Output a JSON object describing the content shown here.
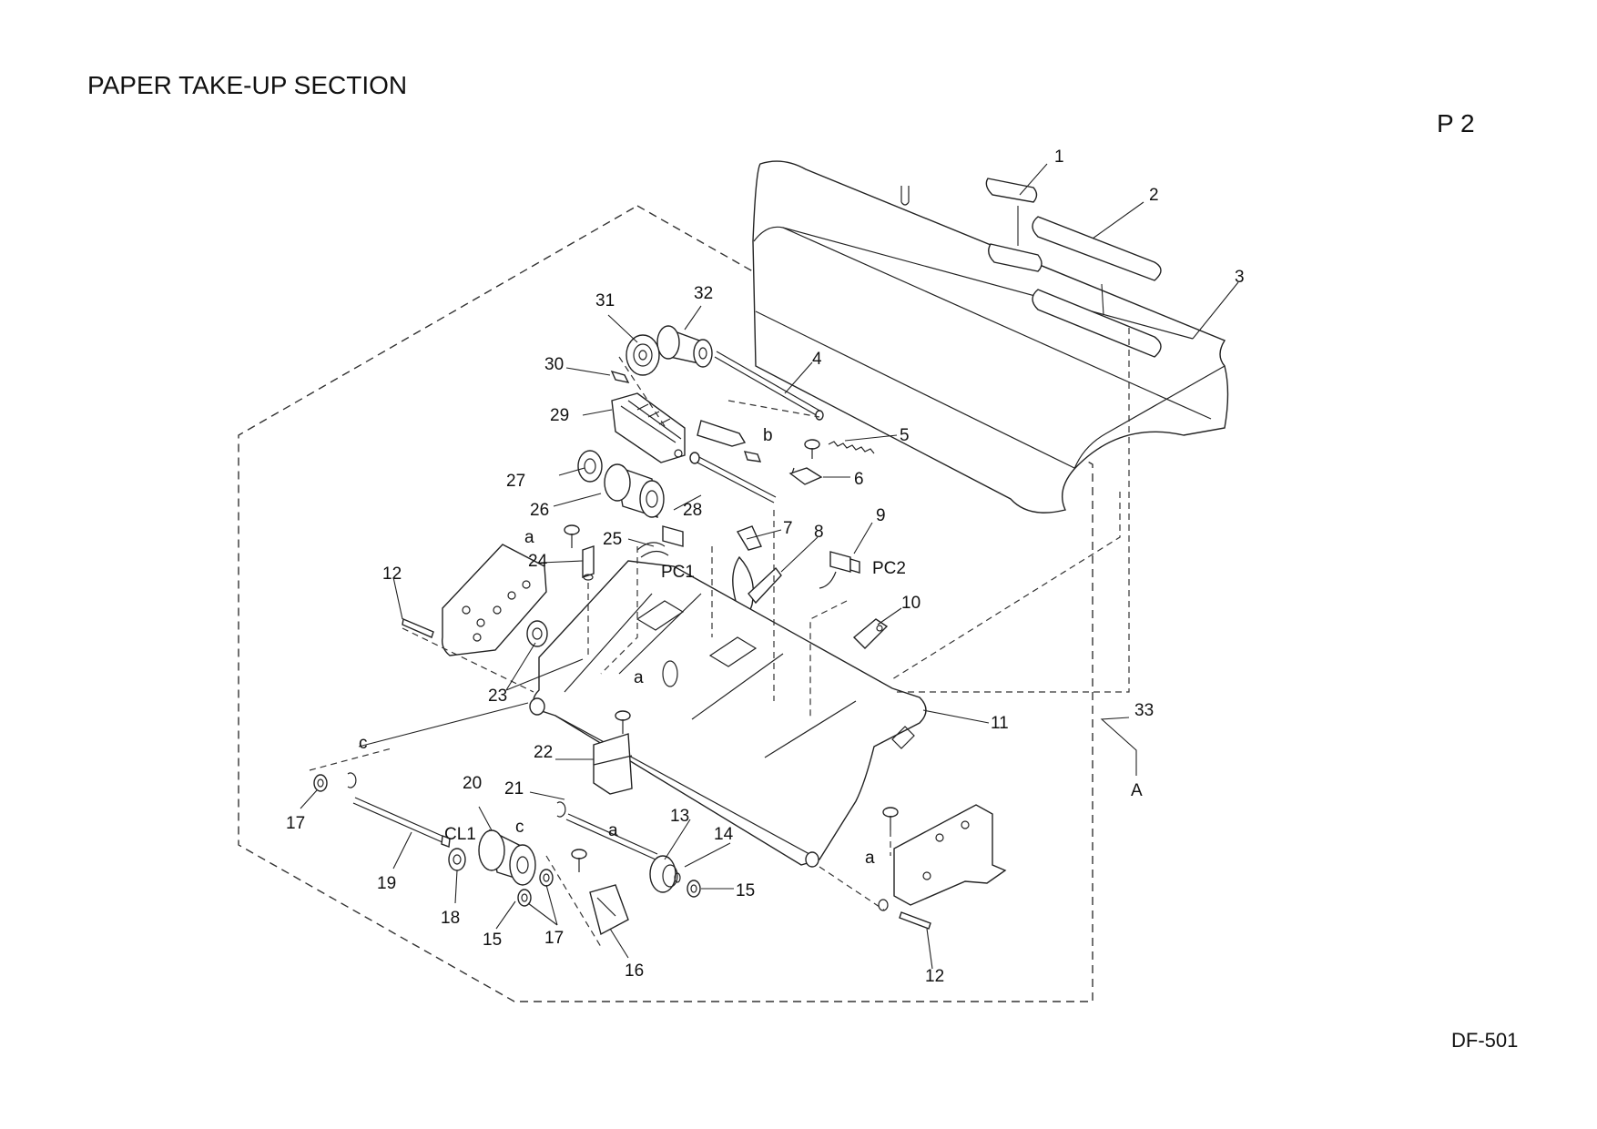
{
  "header": {
    "title": "PAPER TAKE-UP SECTION",
    "page_no": "P 2",
    "model": "DF-501"
  },
  "callouts": [
    {
      "id": "c1",
      "text": "1"
    },
    {
      "id": "c2",
      "text": "2"
    },
    {
      "id": "c3",
      "text": "3"
    },
    {
      "id": "c4",
      "text": "4"
    },
    {
      "id": "c5",
      "text": "5"
    },
    {
      "id": "c6",
      "text": "6"
    },
    {
      "id": "c7",
      "text": "7"
    },
    {
      "id": "c8",
      "text": "8"
    },
    {
      "id": "c9",
      "text": "9"
    },
    {
      "id": "c10",
      "text": "10"
    },
    {
      "id": "c11",
      "text": "11"
    },
    {
      "id": "c12a",
      "text": "12"
    },
    {
      "id": "c12b",
      "text": "12"
    },
    {
      "id": "c13",
      "text": "13"
    },
    {
      "id": "c14",
      "text": "14"
    },
    {
      "id": "c15a",
      "text": "15"
    },
    {
      "id": "c15b",
      "text": "15"
    },
    {
      "id": "c16",
      "text": "16"
    },
    {
      "id": "c17a",
      "text": "17"
    },
    {
      "id": "c17b",
      "text": "17"
    },
    {
      "id": "c18",
      "text": "18"
    },
    {
      "id": "c19",
      "text": "19"
    },
    {
      "id": "c20",
      "text": "20"
    },
    {
      "id": "c21",
      "text": "21"
    },
    {
      "id": "c22",
      "text": "22"
    },
    {
      "id": "c23",
      "text": "23"
    },
    {
      "id": "c24",
      "text": "24"
    },
    {
      "id": "c25",
      "text": "25"
    },
    {
      "id": "c26",
      "text": "26"
    },
    {
      "id": "c27",
      "text": "27"
    },
    {
      "id": "c28",
      "text": "28"
    },
    {
      "id": "c29",
      "text": "29"
    },
    {
      "id": "c30",
      "text": "30"
    },
    {
      "id": "c31",
      "text": "31"
    },
    {
      "id": "c32",
      "text": "32"
    },
    {
      "id": "c33",
      "text": "33"
    },
    {
      "id": "cA",
      "text": "A"
    },
    {
      "id": "ca1",
      "text": "a"
    },
    {
      "id": "ca2",
      "text": "a"
    },
    {
      "id": "ca3",
      "text": "a"
    },
    {
      "id": "ca4",
      "text": "a"
    },
    {
      "id": "cb",
      "text": "b"
    },
    {
      "id": "cc1",
      "text": "c"
    },
    {
      "id": "cc2",
      "text": "c"
    },
    {
      "id": "cPC1",
      "text": "PC1"
    },
    {
      "id": "cPC2",
      "text": "PC2"
    },
    {
      "id": "cCL1",
      "text": "CL1"
    }
  ]
}
